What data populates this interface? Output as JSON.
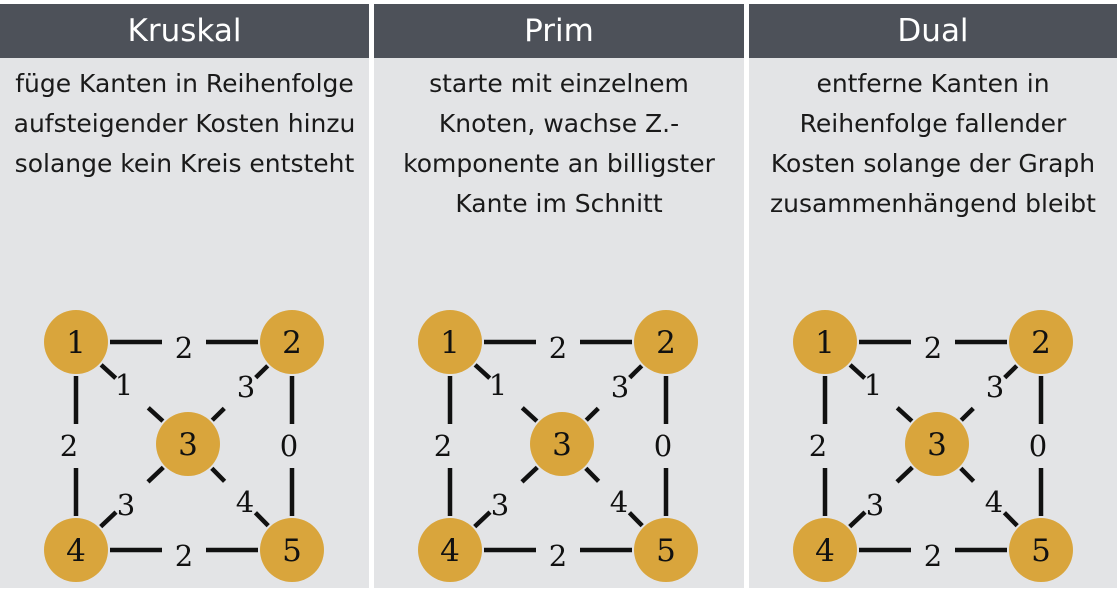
{
  "colors": {
    "header_bg": "#4d5159",
    "panel_bg": "#e3e4e6",
    "node_fill": "#d9a53c",
    "edge_color": "#111111"
  },
  "panels": [
    {
      "title": "Kruskal",
      "description": [
        "füge Kanten in Reihenfolge",
        "aufsteigender Kosten hinzu",
        "solange kein Kreis entsteht"
      ]
    },
    {
      "title": "Prim",
      "description": [
        "starte mit einzelnem",
        "Knoten, wachse Z.-",
        "komponente an billigster",
        "Kante im Schnitt"
      ]
    },
    {
      "title": "Dual",
      "description": [
        "entferne Kanten in",
        "Reihenfolge fallender",
        "Kosten solange der Graph",
        "zusammenhängend bleibt"
      ]
    }
  ],
  "graph": {
    "nodes": [
      "1",
      "2",
      "3",
      "4",
      "5"
    ],
    "edges": [
      {
        "from": "1",
        "to": "2",
        "weight": "2"
      },
      {
        "from": "1",
        "to": "3",
        "weight": "1"
      },
      {
        "from": "2",
        "to": "3",
        "weight": "3"
      },
      {
        "from": "1",
        "to": "4",
        "weight": "2"
      },
      {
        "from": "2",
        "to": "5",
        "weight": "0"
      },
      {
        "from": "3",
        "to": "4",
        "weight": "3"
      },
      {
        "from": "3",
        "to": "5",
        "weight": "4"
      },
      {
        "from": "4",
        "to": "5",
        "weight": "2"
      }
    ]
  }
}
